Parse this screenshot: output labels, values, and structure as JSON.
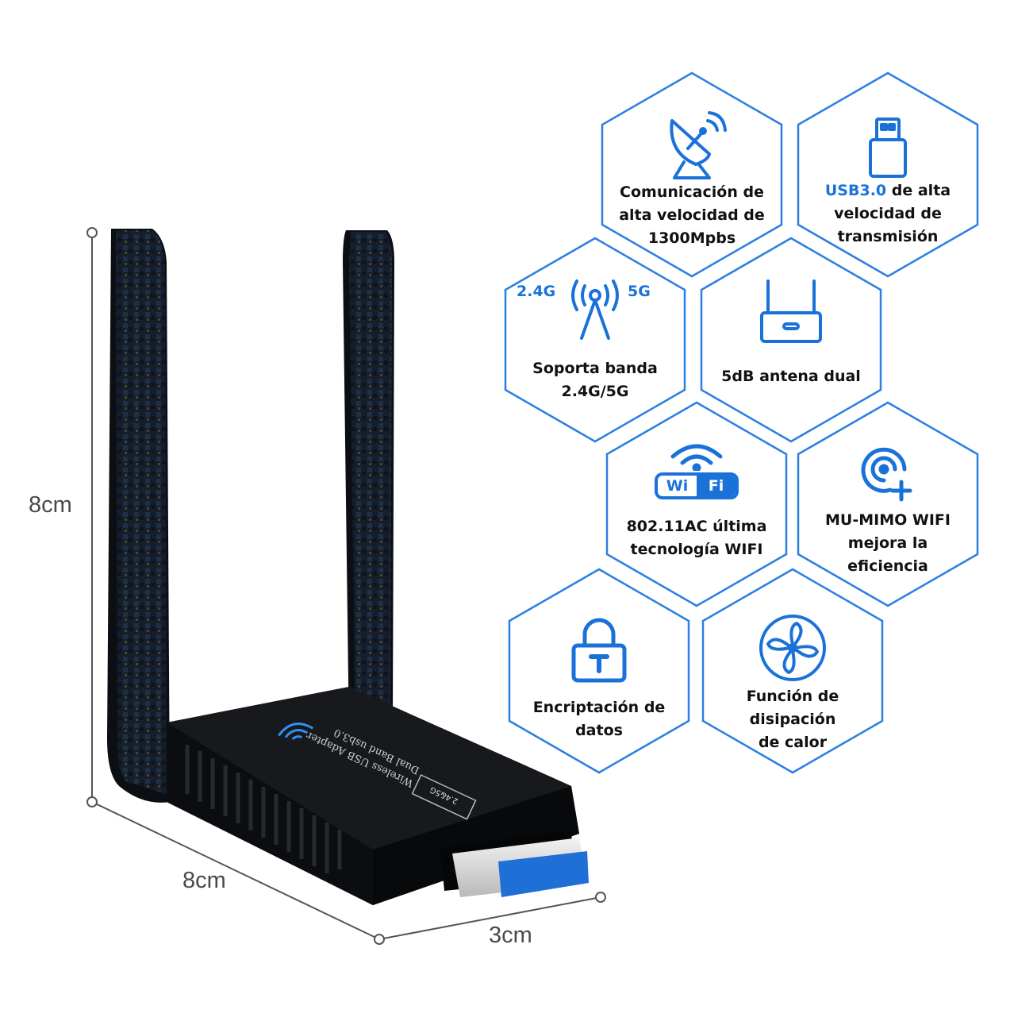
{
  "dimensions": {
    "height": "8cm",
    "length": "8cm",
    "width": "3cm"
  },
  "device": {
    "line1": "Wireless USB Adapter",
    "line2": "Dual Band usb3.0",
    "badge": "2.4&5G"
  },
  "features": [
    {
      "icon": "satellite-dish-icon",
      "text": "Comunicación de\nalta velocidad de\n1300Mpbs"
    },
    {
      "icon": "usb-stick-icon",
      "highlight": "USB3.0",
      "text": " de alta\nvelocidad de\ntransmisión"
    },
    {
      "icon": "dual-band-antenna-icon",
      "band_left": "2.4G",
      "band_right": "5G",
      "text": "Soporta banda\n2.4G/5G"
    },
    {
      "icon": "router-icon",
      "text": "5dB antena dual"
    },
    {
      "icon": "wifi-icon",
      "icon_text_left": "Wi",
      "icon_text_right": "Fi",
      "text": "802.11AC última\ntecnología WIFI"
    },
    {
      "icon": "target-plus-icon",
      "text": "MU-MIMO WIFI\nmejora la\neficiencia"
    },
    {
      "icon": "padlock-icon",
      "text": "Encriptación de\ndatos"
    },
    {
      "icon": "fan-icon",
      "text": "Función de\ndisipación\nde calor"
    }
  ],
  "colors": {
    "accent": "#1a72d9",
    "frame": "#2b7fe0",
    "text": "#111111",
    "device": "#101214"
  }
}
